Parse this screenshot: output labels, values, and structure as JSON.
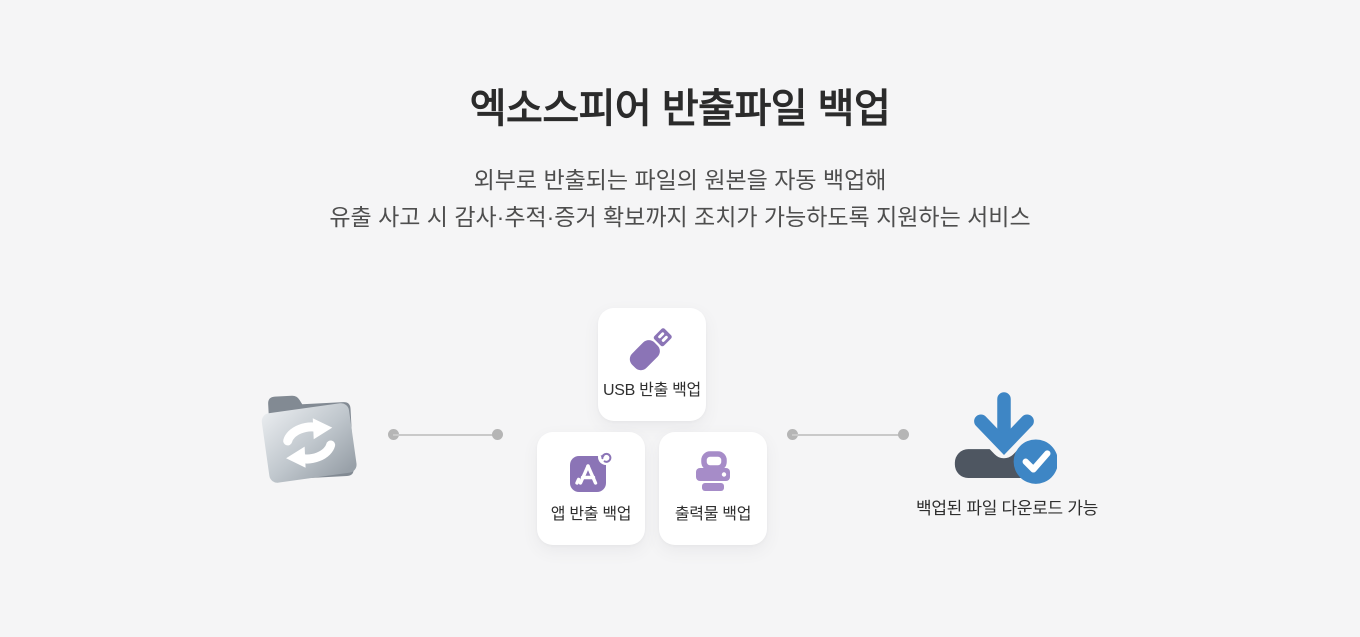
{
  "header": {
    "title": "엑소스피어 반출파일 백업",
    "subtitle_line1": "외부로 반출되는 파일의 원본을 자동 백업해",
    "subtitle_line2": "유출 사고 시 감사·추적·증거 확보까지 조치가 가능하도록 지원하는 서비스"
  },
  "diagram": {
    "source_icon": "sync-folder-icon",
    "cards": [
      {
        "label": "USB 반출 백업",
        "icon": "usb-drive-icon"
      },
      {
        "label": "앱 반출 백업",
        "icon": "app-export-sync-icon"
      },
      {
        "label": "출력물 백업",
        "icon": "printer-icon"
      }
    ],
    "result_label": "백업된 파일 다운로드 가능",
    "result_icon": "download-complete-icon",
    "colors": {
      "background": "#f5f5f6",
      "title_text": "#2b2b2b",
      "subtitle_text": "#4e4e4e",
      "label_text": "#2f2f2f",
      "card_background": "#ffffff",
      "accent_purple": "#8b74b6",
      "accent_purple_light": "#a68cc8",
      "accent_blue": "#3e86c5",
      "tray_gray": "#4e5661",
      "connector_line": "#c9c9c9",
      "connector_dot": "#b5b5b5"
    }
  }
}
